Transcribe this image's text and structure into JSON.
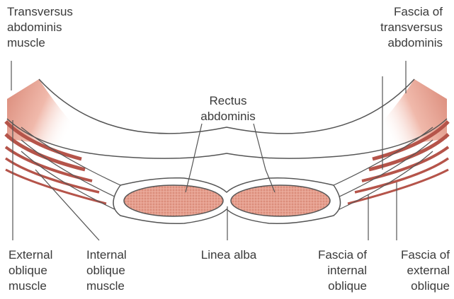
{
  "labels": {
    "transversus_abdominis_muscle": [
      "Transversus",
      "abdominis",
      "muscle"
    ],
    "fascia_of_transversus_abdominis": [
      "Fascia of",
      "transversus",
      "abdominis"
    ],
    "rectus_abdominis": [
      "Rectus",
      "abdominis"
    ],
    "external_oblique_muscle": [
      "External",
      "oblique",
      "muscle"
    ],
    "internal_oblique_muscle": [
      "Internal",
      "oblique",
      "muscle"
    ],
    "linea_alba": [
      "Linea alba"
    ],
    "fascia_of_internal_oblique": [
      "Fascia of",
      "internal",
      "oblique"
    ],
    "fascia_of_external_oblique": [
      "Fascia of",
      "external",
      "oblique"
    ]
  },
  "colors": {
    "muscle_fill": "#e8a496",
    "muscle_dark": "#b5544a",
    "rectus_fill": "#e39a8a",
    "fascia_line": "#555555",
    "leader_line": "#555555"
  }
}
